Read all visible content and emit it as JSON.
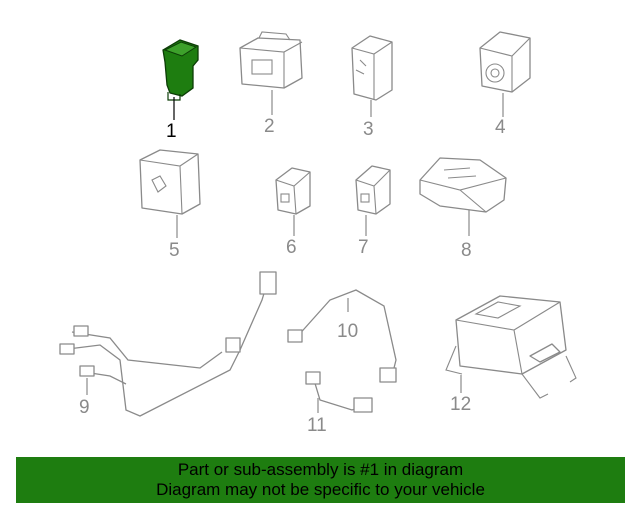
{
  "callouts": [
    "1",
    "2",
    "3",
    "4",
    "5",
    "6",
    "7",
    "8",
    "9",
    "10",
    "11",
    "12"
  ],
  "highlight_color": "#1e7d10",
  "banner": {
    "line1": "Part or sub-assembly is #1 in diagram",
    "line2": "Diagram may not be specific to your vehicle"
  }
}
